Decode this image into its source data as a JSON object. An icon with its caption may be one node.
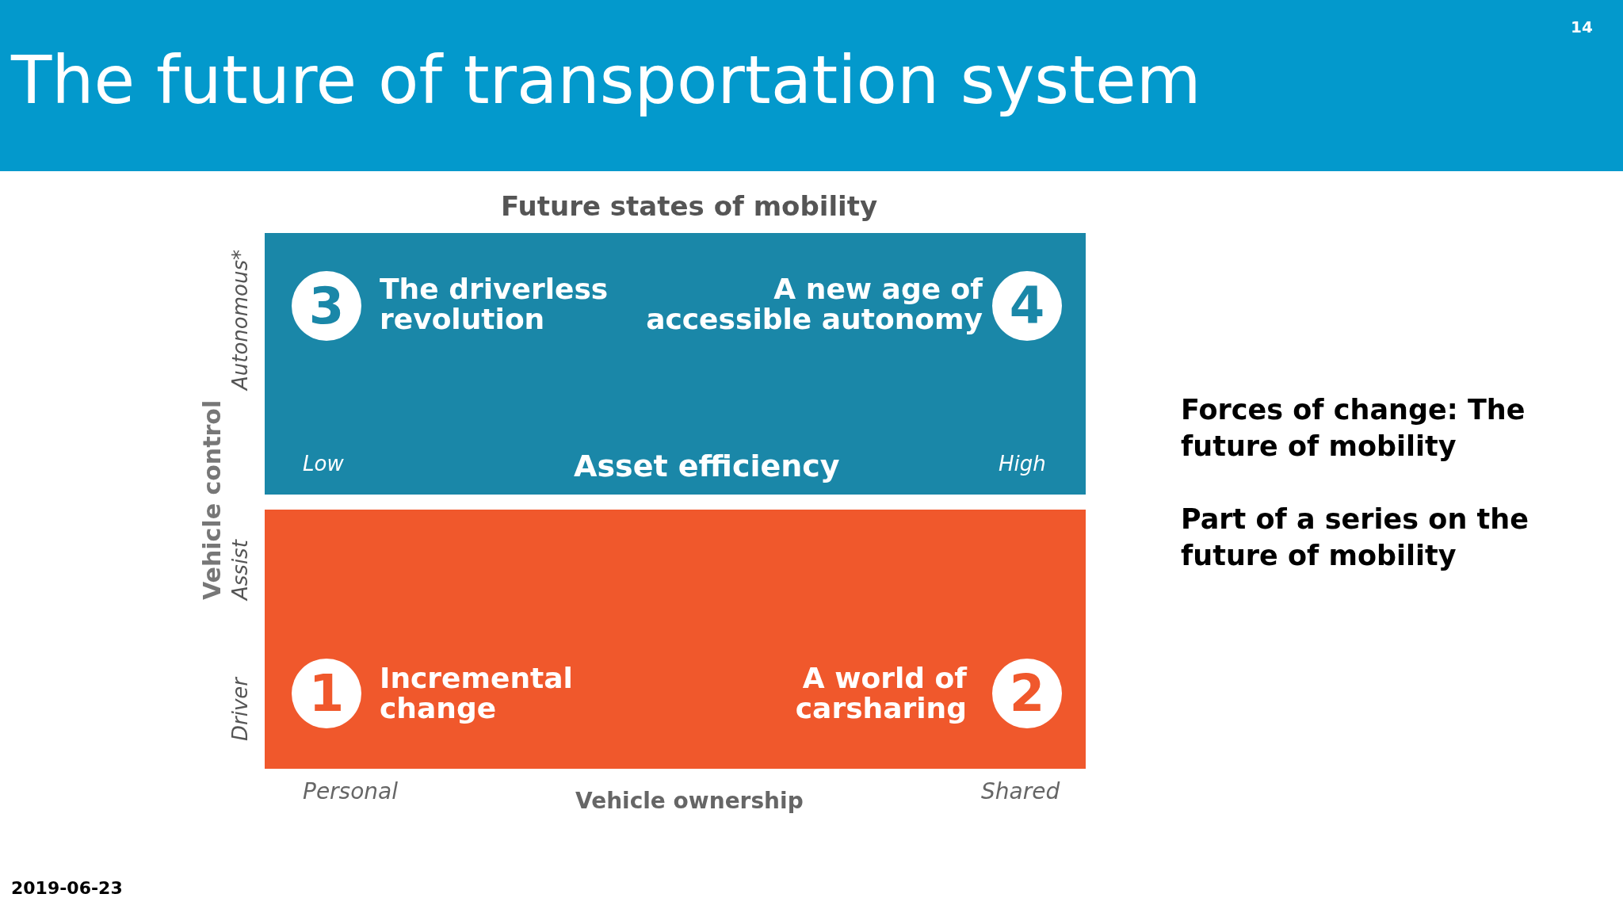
{
  "diagram": {
    "title": "The future of transportation system",
    "nodes": [
      {
        "text": [
          "The driverless revolution"
        ]
      },
      {
        "text": [
          "3"
        ],
        "in": 0
      },
      {
        "text": [
          "A new age of accessible autonomy"
        ]
      },
      {
        "text": [
          "4"
        ],
        "in": 2
      },
      {
        "text": [
          "Incremental change"
        ]
      },
      {
        "text": [
          "1"
        ],
        "in": 4
      },
      {
        "text": [
          "A world of carsharing"
        ]
      },
      {
        "text": [
          "2"
        ],
        "in": 6
      }
    ],
    "edges": [],
    "labels": [
      "14",
      "Future states of mobility",
      "Autonomous*",
      "Vehicle control",
      "Assist",
      "Driver",
      "Low",
      "Asset efficiency",
      "High",
      "Personal",
      "Vehicle ownership",
      "Shared",
      "Forces of change: The future of mobility",
      "Part of a series on the future of mobility",
      "2019-06-23"
    ]
  }
}
